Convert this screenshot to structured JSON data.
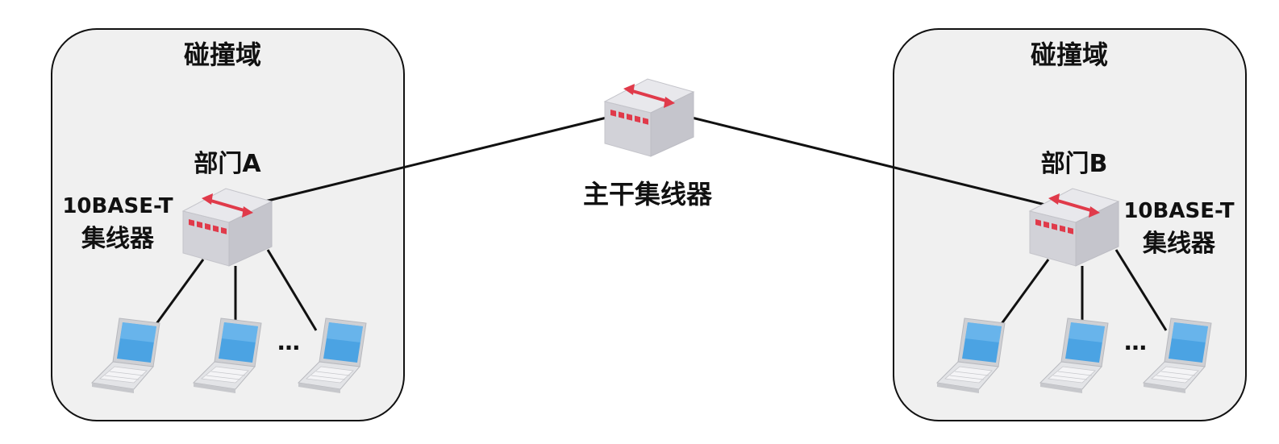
{
  "domains": [
    {
      "title": "碰撞域",
      "department": "部门A",
      "hub_label_line1": "10BASE-T",
      "hub_label_line2": "集线器",
      "ellipsis": "…"
    },
    {
      "title": "碰撞域",
      "department": "部门B",
      "hub_label_line1": "10BASE-T",
      "hub_label_line2": "集线器",
      "ellipsis": "…"
    }
  ],
  "backbone": {
    "label": "主干集线器"
  },
  "colors": {
    "domain_fill": "#f0f0f0",
    "hub_top": "#e8e8ec",
    "hub_front": "#c9c9cf",
    "hub_side": "#dcdce0",
    "arrow": "#e03a4a",
    "port": "#e03a4a",
    "screen": "#4ba3e3",
    "laptop": "#d9dadd"
  },
  "icons": {
    "hub": "network-hub-icon",
    "laptop": "laptop-icon"
  }
}
